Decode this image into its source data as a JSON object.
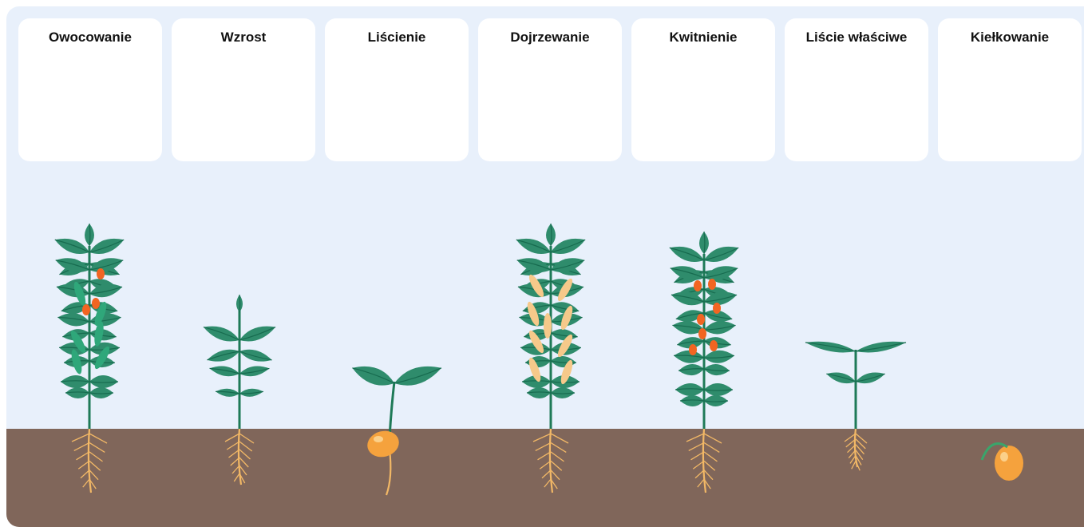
{
  "stages": [
    {
      "id": "owocowanie",
      "label": "Owocowanie"
    },
    {
      "id": "wzrost",
      "label": "Wzrost"
    },
    {
      "id": "liscienie",
      "label": "Liścienie"
    },
    {
      "id": "dojrzewanie",
      "label": "Dojrzewanie"
    },
    {
      "id": "kwitnienie",
      "label": "Kwitnienie"
    },
    {
      "id": "liscie-wlasciwe",
      "label": "Liście właściwe"
    },
    {
      "id": "kielkowanie",
      "label": "Kiełkowanie"
    }
  ],
  "colors": {
    "sky": "#e8f0fb",
    "soil": "#80665a",
    "leaf": "#2f8c6c",
    "leaf_dark": "#176b4f",
    "stem": "#1e7a57",
    "root": "#f2b866",
    "seed": "#f5a23d",
    "flower": "#f26522",
    "pod_green": "#2fa77a",
    "pod_ripe": "#f6c98a"
  }
}
